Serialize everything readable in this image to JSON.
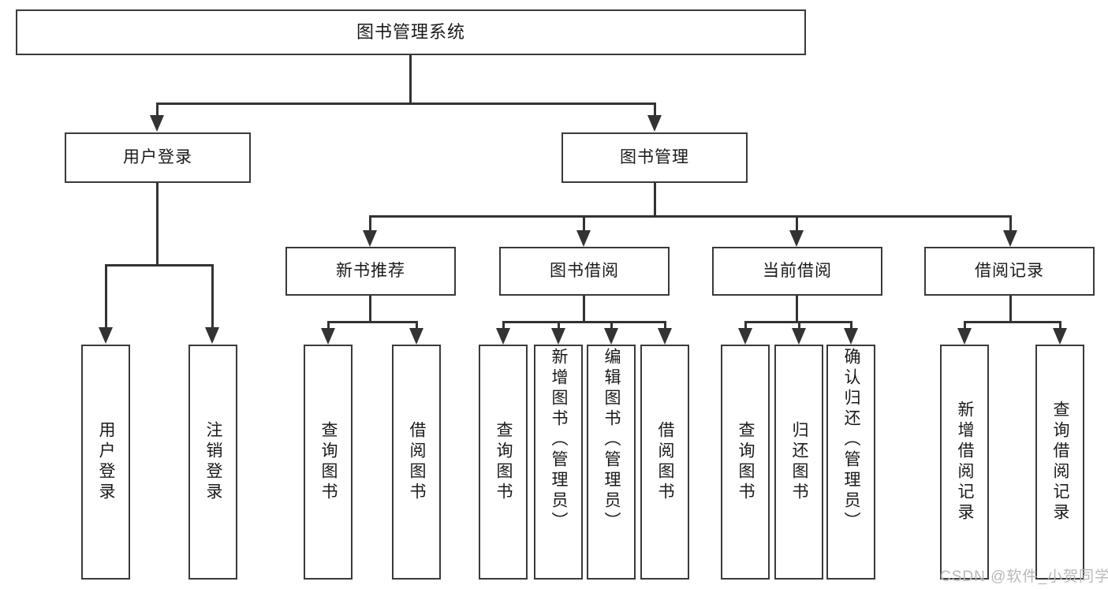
{
  "diagram": {
    "title": "图书管理系统",
    "type": "tree-hierarchy-diagram",
    "root": {
      "label": "图书管理系统"
    },
    "level2": [
      {
        "id": "user-login",
        "label": "用户登录"
      },
      {
        "id": "book-management",
        "label": "图书管理"
      }
    ],
    "level3": [
      {
        "id": "new-book-recommend",
        "label": "新书推荐",
        "parent": "book-management"
      },
      {
        "id": "book-borrow",
        "label": "图书借阅",
        "parent": "book-management"
      },
      {
        "id": "current-borrow",
        "label": "当前借阅",
        "parent": "book-management"
      },
      {
        "id": "borrow-record",
        "label": "借阅记录",
        "parent": "book-management"
      }
    ],
    "leaves": {
      "user_login": [
        {
          "id": "leaf-user-login",
          "label": "用户登录"
        },
        {
          "id": "leaf-logout-login",
          "label": "注销登录"
        }
      ],
      "new_book_recommend": [
        {
          "id": "leaf-query-book-1",
          "label": "查询图书"
        },
        {
          "id": "leaf-borrow-book-1",
          "label": "借阅图书"
        }
      ],
      "book_borrow": [
        {
          "id": "leaf-query-book-2",
          "label": "查询图书"
        },
        {
          "id": "leaf-add-book",
          "label": "新增图书（管理员）"
        },
        {
          "id": "leaf-edit-book",
          "label": "编辑图书（管理员）"
        },
        {
          "id": "leaf-borrow-book-2",
          "label": "借阅图书"
        }
      ],
      "current_borrow": [
        {
          "id": "leaf-query-book-3",
          "label": "查询图书"
        },
        {
          "id": "leaf-return-book",
          "label": "归还图书"
        },
        {
          "id": "leaf-confirm-return",
          "label": "确认归还（管理员）"
        }
      ],
      "borrow_record": [
        {
          "id": "leaf-add-record",
          "label": "新增借阅记录"
        },
        {
          "id": "leaf-query-record",
          "label": "查询借阅记录"
        }
      ]
    }
  },
  "watermark": {
    "text": "CSDN @软件_小贺同学"
  },
  "colors": {
    "box_border": "#3a3a3a",
    "line": "#333333",
    "text": "#1a1a1a",
    "background": "#ffffff",
    "watermark": "#b9b9b9"
  }
}
